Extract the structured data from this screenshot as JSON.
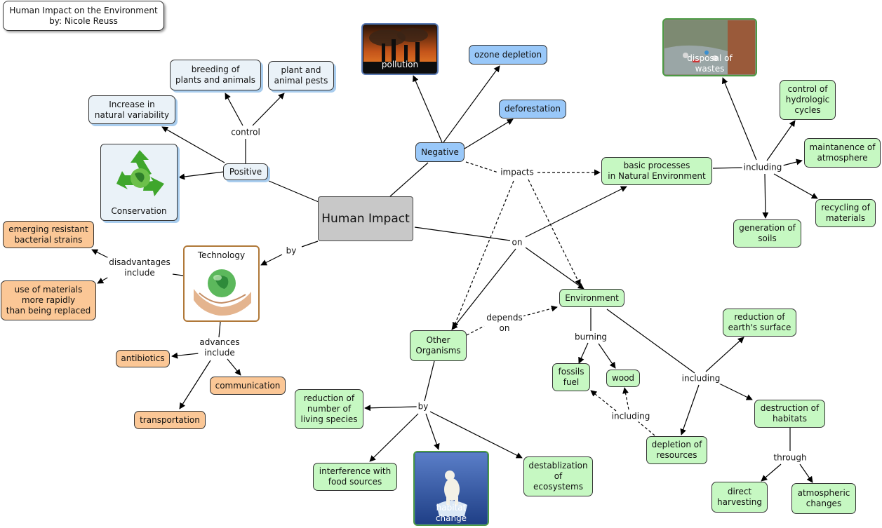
{
  "title": "Human Impact on the Environment\nby: Nicole Reuss",
  "nodes": {
    "human_impact": "Human Impact",
    "negative": "Negative",
    "positive": "Positive",
    "pollution": "pollution",
    "ozone_depletion": "ozone depletion",
    "deforestation": "deforestation",
    "breeding": "breeding of\nplants and animals",
    "plant_pests": "plant and\nanimal pests",
    "natural_variability": "Increase in\nnatural variability",
    "conservation": "Conservation",
    "technology": "Technology",
    "resistant_strains": "emerging resistant\nbacterial strains",
    "use_materials": "use of materials\nmore rapidly\nthan being replaced",
    "antibiotics": "antibiotics",
    "communication": "communication",
    "transportation": "transportation",
    "basic_processes": "basic processes\nin Natural Environment",
    "disposal_wastes": "disposal of\nwastes",
    "control_hydrologic": "control of\nhydrologic\ncycles",
    "maintanence_atmosphere": "maintanence of\natmosphere",
    "recycling": "recycling of\nmaterials",
    "generation_soils": "generation of\nsoils",
    "environment": "Environment",
    "other_organisms": "Other\nOrganisms",
    "fossils_fuel": "fossils\nfuel",
    "wood": "wood",
    "reduction_surface": "reduction of\nearth's surface",
    "destruction_habitats": "destruction of\nhabitats",
    "depletion_resources": "depletion of\nresources",
    "direct_harvesting": "direct\nharvesting",
    "atmospheric_changes": "atmospheric\nchanges",
    "reduction_species": "reduction of\nnumber of\nliving species",
    "interference_food": "interference with\nfood sources",
    "habitat_change": "habitat\nchange",
    "destablization": "destablization\nof\necosystems"
  },
  "links": {
    "control": "control",
    "impacts": "impacts",
    "including_basic": "including",
    "by_technology": "by",
    "disadvantages": "disadvantages\ninclude",
    "advances": "advances\ninclude",
    "on": "on",
    "depends_on": "depends\non",
    "burning": "burning",
    "including_environment": "including",
    "including_depletion": "including",
    "through": "through",
    "by_organisms": "by"
  },
  "colors": {
    "central": "#c8c8c8",
    "negative": "#99c8f9",
    "positive_panel": "#eaf2f8",
    "environment": "#c6f8c2",
    "technology": "#fbc796"
  }
}
